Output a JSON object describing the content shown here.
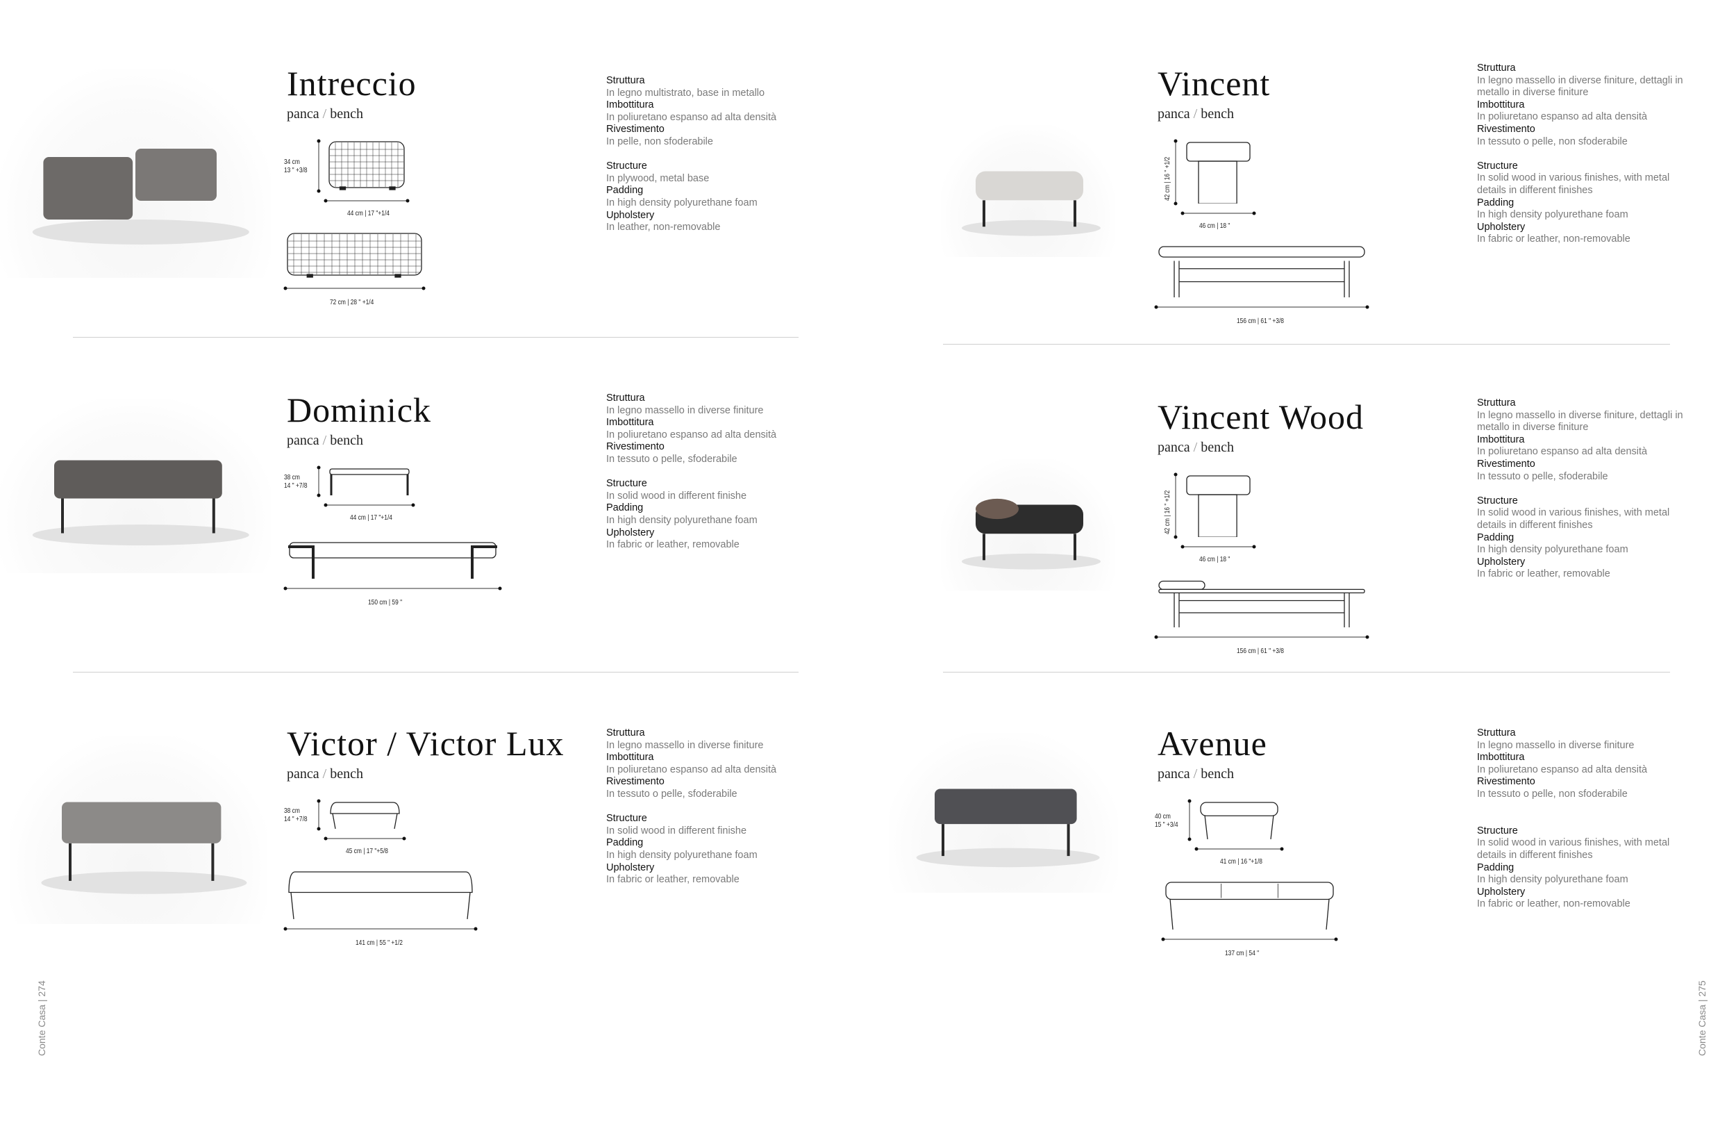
{
  "labels": {
    "it": [
      "Struttura",
      "Imbottitura",
      "Rivestimento"
    ],
    "en": [
      "Structure",
      "Padding",
      "Upholstery"
    ]
  },
  "products": [
    {
      "name": "Intreccio",
      "subtitle": [
        "panca",
        "bench"
      ],
      "it": [
        "In legno multistrato, base in metallo",
        "In poliuretano espanso ad alta densità",
        "In pelle, non sfoderabile"
      ],
      "en": [
        "In plywood, metal base",
        "In high density polyurethane foam",
        "In leather, non-removable"
      ],
      "side_height": [
        "34 cm",
        "13 \" +3/8"
      ],
      "side_width": "44 cm | 17 \"+1/4",
      "front_width": "72 cm | 28 \" +1/4",
      "color": "#6d6a68"
    },
    {
      "name": "Dominick",
      "subtitle": [
        "panca",
        "bench"
      ],
      "it": [
        "In legno massello in diverse finiture",
        "In poliuretano espanso ad alta densità",
        "In tessuto o pelle, sfoderabile"
      ],
      "en": [
        "In solid wood in different finishe",
        "In high density polyurethane foam",
        "In fabric or leather, removable"
      ],
      "side_height": [
        "38 cm",
        "14 \" +7/8"
      ],
      "side_width": "44 cm | 17 \"+1/4",
      "front_width": "150 cm | 59 \"",
      "color": "#5f5c5a"
    },
    {
      "name": "Victor / Victor Lux",
      "subtitle": [
        "panca",
        "bench"
      ],
      "it": [
        "In legno massello in diverse finiture",
        "In poliuretano espanso ad alta densità",
        "In tessuto o pelle, sfoderabile"
      ],
      "en": [
        "In solid wood in different finishe",
        "In high density polyurethane foam",
        "In fabric or leather, removable"
      ],
      "side_height": [
        "38 cm",
        "14 \" +7/8"
      ],
      "side_width": "45 cm | 17 \"+5/8",
      "front_width": "141 cm | 55 \" +1/2",
      "color": "#8c8a88"
    },
    {
      "name": "Vincent",
      "subtitle": [
        "panca",
        "bench"
      ],
      "it": [
        "In legno massello in diverse finiture, dettagli in metallo in diverse finiture",
        "In poliuretano espanso ad alta densità",
        "In tessuto o pelle, non sfoderabile"
      ],
      "en": [
        "In solid wood in various finishes, with metal details in different finishes",
        "In high density polyurethane foam",
        "In fabric or leather, non-removable"
      ],
      "side_height": [
        "42 cm | 16 \" +1/2"
      ],
      "side_width": "46 cm | 18 \"",
      "front_width": "156 cm | 61 \" +3/8",
      "color": "#d9d7d4"
    },
    {
      "name": "Vincent Wood",
      "subtitle": [
        "panca",
        "bench"
      ],
      "it": [
        "In legno massello in diverse finiture, dettagli in metallo in diverse finiture",
        "In poliuretano espanso ad alta densità",
        "In tessuto o pelle, sfoderabile"
      ],
      "en": [
        "In solid wood in various finishes, with metal details in different finishes",
        "In high density polyurethane foam",
        "In fabric or leather, removable"
      ],
      "side_height": [
        "42 cm | 16 \" +1/2"
      ],
      "side_width": "46 cm | 18 \"",
      "front_width": "156 cm | 61 \" +3/8",
      "color": "#2b2b2b"
    },
    {
      "name": "Avenue",
      "subtitle": [
        "panca",
        "bench"
      ],
      "it": [
        "In legno massello in diverse finiture",
        "In poliuretano espanso ad alta densità",
        "In tessuto o pelle, non sfoderabile"
      ],
      "en": [
        "In solid wood in various finishes, with metal details in different finishes",
        "In high density polyurethane foam",
        "In fabric or leather, non-removable"
      ],
      "side_height": [
        "40 cm",
        "15 \" +3/4"
      ],
      "side_width": "41 cm | 16 \"+1/8",
      "front_width": "137 cm | 54 \"",
      "color": "#505054"
    }
  ],
  "footer": {
    "left": "Conte Casa  |  274",
    "right": "Conte Casa  |  275"
  }
}
